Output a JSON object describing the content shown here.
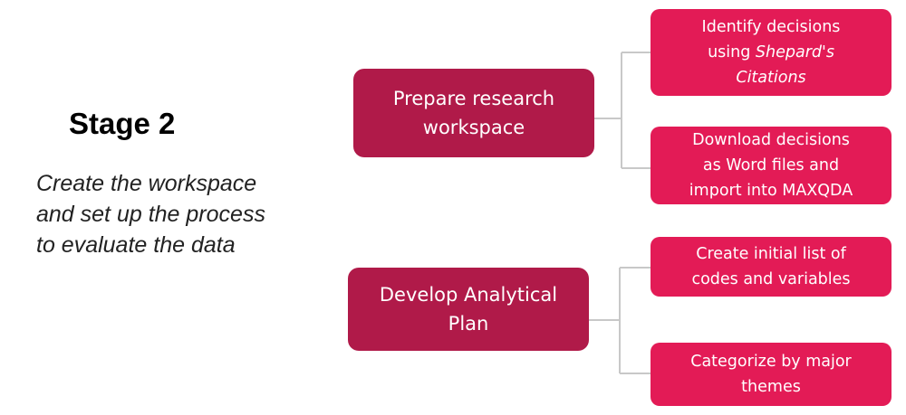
{
  "stage": {
    "title": "Stage 2",
    "description_lines": [
      "Create the workspace",
      "and set up the process",
      "to evaluate the data"
    ]
  },
  "colors": {
    "main_box": "#b01a49",
    "sub_box": "#e31b56",
    "connector": "#c8c8c8",
    "box_text": "#ffffff"
  },
  "groups": [
    {
      "label_lines": [
        "Prepare research",
        "workspace"
      ],
      "children": [
        {
          "label_lines": [
            "Identify decisions",
            "using ",
            "Citations"
          ],
          "italic_parts": [
            "Shepard's"
          ]
        },
        {
          "label_lines": [
            "Download decisions",
            "as Word files and",
            "import into MAXQDA"
          ]
        }
      ]
    },
    {
      "label_lines": [
        "Develop Analytical",
        "Plan"
      ],
      "children": [
        {
          "label_lines": [
            "Create initial list of",
            "codes and variables"
          ]
        },
        {
          "label_lines": [
            "Categorize by major",
            "themes"
          ]
        }
      ]
    }
  ]
}
